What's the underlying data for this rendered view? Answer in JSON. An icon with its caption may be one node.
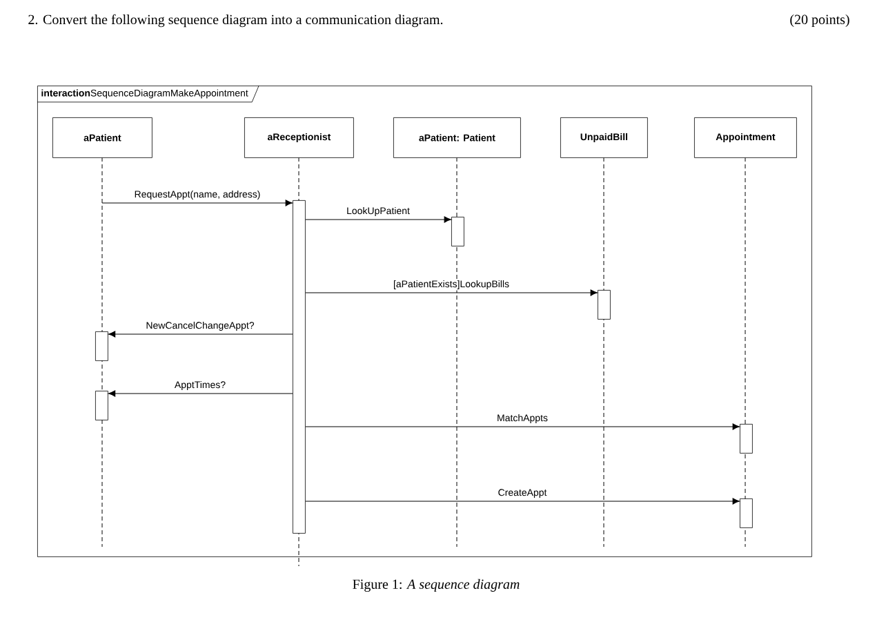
{
  "diagram": {
    "title": "2. Convert the following sequence diagram into a communication diagram.",
    "caption": "Figure 1: *A sequence diagram*",
    "nodes": [
      {
        "text": [
          "**interaction**SequenceDiagramMakeAppointment"
        ]
      },
      {
        "text": [
          "aPatient"
        ],
        "in": 0
      },
      {
        "text": [
          "aReceptionist"
        ],
        "in": 0
      },
      {
        "text": [
          "aPatient: Patient"
        ],
        "in": 0
      },
      {
        "text": [
          "UnpaidBill"
        ],
        "in": 0
      },
      {
        "text": [
          "Appointment"
        ],
        "in": 0
      },
      {
        "text": [],
        "shape": "bar",
        "in": 0
      },
      {
        "text": [],
        "shape": "bar",
        "in": 0
      },
      {
        "text": [],
        "shape": "bar",
        "in": 0
      },
      {
        "text": [],
        "shape": "bar",
        "in": 0
      },
      {
        "text": [],
        "shape": "bar",
        "in": 0
      },
      {
        "text": [],
        "shape": "bar",
        "in": 0
      },
      {
        "text": [],
        "shape": "bar",
        "in": 0
      }
    ],
    "edges": [
      {
        "from": null,
        "to": 6,
        "arrow": "to",
        "label": "RequestAppt(name, address)"
      },
      {
        "from": 6,
        "to": 7,
        "arrow": "to",
        "label": "LookUpPatient"
      },
      {
        "from": 6,
        "to": 8,
        "arrow": "to",
        "label": "[aPatientExists]LookupBills"
      },
      {
        "from": 6,
        "to": 9,
        "arrow": "to",
        "label": "NewCancelChangeAppt?"
      },
      {
        "from": 6,
        "to": 10,
        "arrow": "to",
        "label": "ApptTimes?"
      },
      {
        "from": 6,
        "to": 11,
        "arrow": "to",
        "label": "MatchAppts"
      },
      {
        "from": 6,
        "to": 12,
        "arrow": "to",
        "label": "CreateAppt"
      }
    ],
    "labels": [
      "(20 points)"
    ]
  }
}
